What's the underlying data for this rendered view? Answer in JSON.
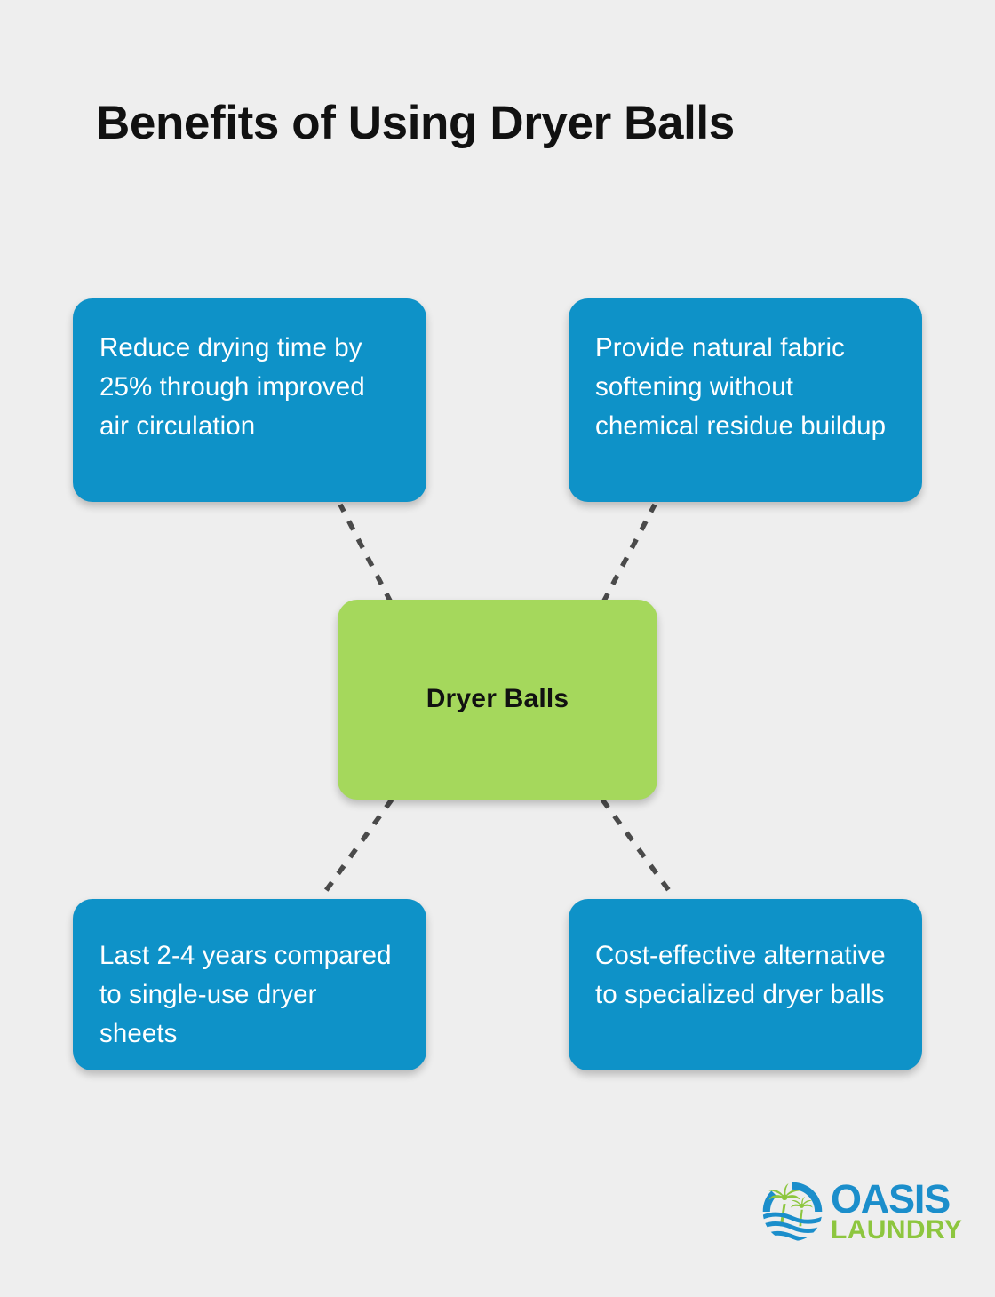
{
  "page": {
    "background_color": "#eeeeee",
    "title": "Benefits of Using Dryer Balls"
  },
  "theme": {
    "leaf_color": "#0e92c8",
    "center_color": "#a5d85c",
    "connector_color": "#4a4a4a",
    "title_color": "#111111",
    "leaf_text_color": "#ffffff",
    "center_text_color": "#111111"
  },
  "diagram": {
    "type": "mind-map",
    "center": {
      "label": "Dryer Balls"
    },
    "nodes": [
      {
        "position": "top-left",
        "label": "Reduce drying time by 25% through improved air circulation"
      },
      {
        "position": "top-right",
        "label": "Provide natural fabric softening without chemical residue buildup"
      },
      {
        "position": "bottom-left",
        "label": "Last 2-4 years compared to single-use dryer sheets"
      },
      {
        "position": "bottom-right",
        "label": "Cost-effective alternative to specialized dryer balls"
      }
    ],
    "connectors": [
      {
        "from": "center",
        "to": "top-left",
        "style": "dashed"
      },
      {
        "from": "center",
        "to": "top-right",
        "style": "dashed"
      },
      {
        "from": "center",
        "to": "bottom-left",
        "style": "dashed"
      },
      {
        "from": "center",
        "to": "bottom-right",
        "style": "dashed"
      }
    ]
  },
  "logo": {
    "badge_icon": "palm-tree-waves-badge-icon",
    "primary_text": "OASIS",
    "secondary_text": "LAUNDRY",
    "primary_color": "#1b8ecb",
    "secondary_color": "#8dc63f"
  }
}
